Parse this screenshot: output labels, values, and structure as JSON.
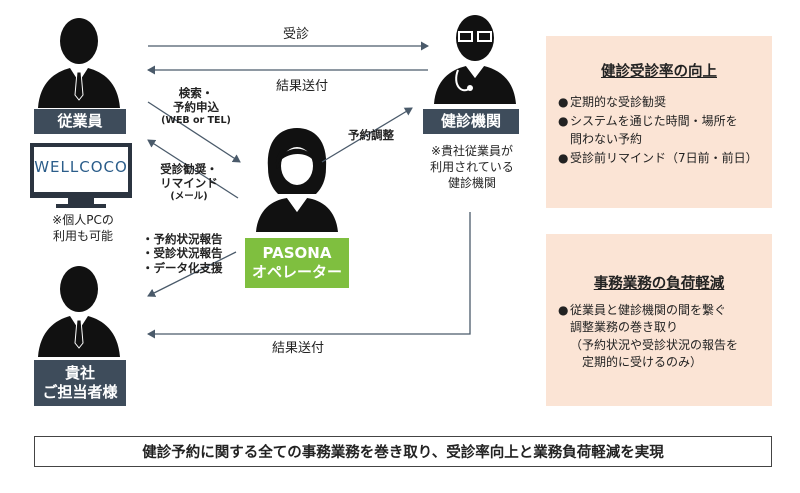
{
  "roles": {
    "employee": "従業員",
    "clinic": "健診機関",
    "company_line1": "貴社",
    "company_line2": "ご担当者様"
  },
  "pasona": {
    "line1": "PASONA",
    "line2": "オペレーター"
  },
  "monitor": {
    "brand": "WELLCOCO"
  },
  "notes": {
    "pc_line1": "※個人PCの",
    "pc_line2": "利用も可能",
    "clinic_line1": "※貴社従業員が",
    "clinic_line2": "利用されている",
    "clinic_line3": "健診機関"
  },
  "arrows": {
    "consult": "受診",
    "result_top": "結果送付",
    "result_bottom": "結果送付",
    "search_line1": "検索・",
    "search_line2": "予約申込",
    "search_sub": "(WEB or TEL)",
    "remind_line1": "受診勧奨・",
    "remind_line2": "リマインド",
    "remind_sub": "(メール)",
    "adjust": "予約調整",
    "report_1": "・予約状況報告",
    "report_2": "・受診状況報告",
    "report_3": "・データ化支援"
  },
  "panels": {
    "top": {
      "title": "健診受診率の向上",
      "bullets": [
        {
          "dot": "●",
          "lines": [
            "定期的な受診勧奨"
          ]
        },
        {
          "dot": "●",
          "lines": [
            "システムを通じた時間・場所を",
            "問わない予約"
          ]
        },
        {
          "dot": "●",
          "lines": [
            "受診前リマインド（7日前・前日）"
          ]
        }
      ]
    },
    "bottom": {
      "title": "事務業務の負荷軽減",
      "bullets": [
        {
          "dot": "●",
          "lines": [
            "従業員と健診機関の間を繋ぐ",
            "調整業務の巻き取り",
            "（予約状況や受診状況の報告を",
            "定期的に受けるのみ）"
          ]
        }
      ]
    }
  },
  "footer": "健診予約に関する全ての事務業務を巻き取り、受診率向上と業務負荷軽減を実現",
  "colors": {
    "label_bg": "#3e4c5b",
    "pasona_bg": "#7fbf3f",
    "panel_bg": "#fbe4d5",
    "arrow": "#4a5a6a"
  }
}
